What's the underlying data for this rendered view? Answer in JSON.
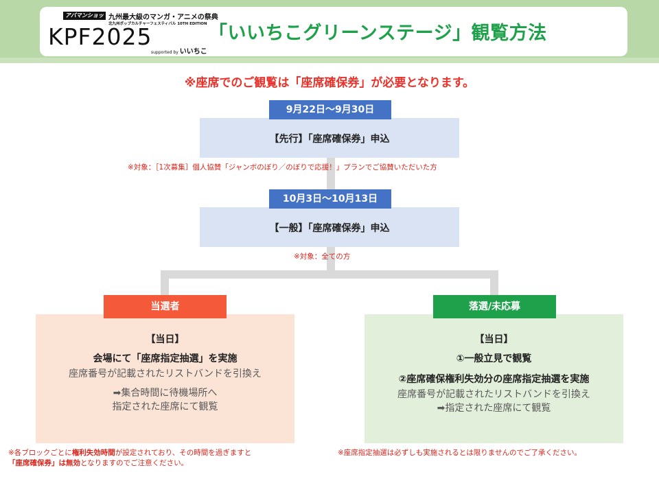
{
  "header": {
    "logo": {
      "badge": "アバマンショップ",
      "tagline": "九州最大級のマンガ・アニメの祭典",
      "subtitle": "北九州ポップカルチャーフェスティバル 10TH EDITION",
      "name": "KPF2025",
      "supported_prefix": "supported by",
      "supporter": "いいちこ"
    },
    "title": "「いいちこグリーンステージ」観覧方法"
  },
  "notice": "※座席でのご観覧は「座席確保券」が必要となります。",
  "step1": {
    "date": "9月22日～9月30日",
    "label": "【先行】「座席確保券」申込",
    "target": "※対象：［1次募集］個人協賛「ジャンボのぼり／のぼりで応援！」プランでご協賛いただいた方"
  },
  "step2": {
    "date": "10月3日～10月13日",
    "label": "【一般】「座席確保券」申込",
    "target": "※対象：全ての方"
  },
  "winner": {
    "tag": "当選者",
    "day": "【当日】",
    "line1": "会場にて「座席指定抽選」を実施",
    "line2": "座席番号が記載されたリストバンドを引換え",
    "line3": "➡集合時間に待機場所へ",
    "line4": "指定された座席にて観覧",
    "note_prefix": "※各ブロックごとに",
    "note_bold1": "権利失効時間",
    "note_mid": "が設定されており、その時間を過ぎますと",
    "note_bold2": "「座席確保券」は無効",
    "note_suffix": "となりますのでご注意ください。"
  },
  "loser": {
    "tag": "落選/未応募",
    "day": "【当日】",
    "line1": "①一般立見で観覧",
    "line2": "②座席確保権利失効分の座席指定抽選を実施",
    "line3": "座席番号が記載されたリストバンドを引換え",
    "line4": "➡指定された座席にて観覧",
    "note": "※座席指定抽選は必ずしも実施されるとは限りませんのでご了承ください。"
  },
  "colors": {
    "header_green": "#1ea14a",
    "notice_red": "#e8322b",
    "date_blue": "#4472c4",
    "step_bg": "#dae3f3",
    "winner_tag": "#f4593a",
    "winner_bg": "#fbe3d6",
    "loser_tag": "#1ea14a",
    "loser_bg": "#e2efda"
  }
}
